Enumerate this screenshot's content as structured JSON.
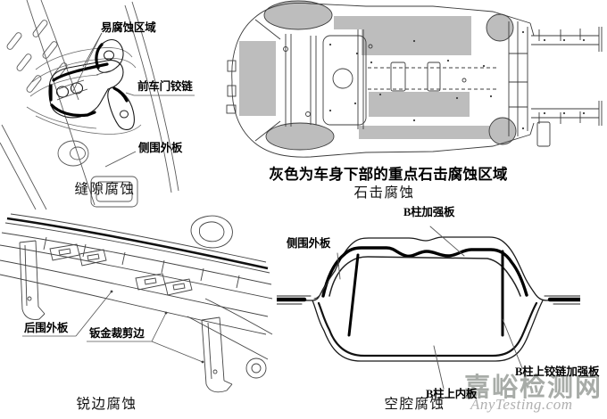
{
  "colors": {
    "background": "#ffffff",
    "stone_chip_gray_fill": "#bdbdbd",
    "line_art": "#3c3c3c",
    "watermark_name_gray": "#a8aca8",
    "watermark_url_gray": "#b0b0b0"
  },
  "panels": {
    "crevice": {
      "labels": {
        "corrosion_area": "易腐蚀区域",
        "front_door_hinge": "前车门铰链",
        "side_outer_panel": "侧围外板"
      },
      "caption": "缝隙腐蚀"
    },
    "stone_chip": {
      "note": "灰色为车身下部的重点石击腐蚀区域",
      "caption": "石击腐蚀"
    },
    "sharp_edge": {
      "labels": {
        "rear_outer_panel": "后围外板",
        "sheet_metal_cut_edge": "钣金裁剪边"
      },
      "caption": "锐边腐蚀"
    },
    "cavity": {
      "labels": {
        "b_pillar_reinforcement": "B柱加强板",
        "side_outer_panel": "侧围外板",
        "b_pillar_upper_hinge_reinforcement": "B柱上铰链加强板",
        "b_pillar_upper_inner_panel": "B柱上内板"
      },
      "caption": "空腔腐蚀"
    }
  },
  "watermark": {
    "site_name": "嘉峪检测网",
    "site_url": "AnyTesting.com"
  }
}
